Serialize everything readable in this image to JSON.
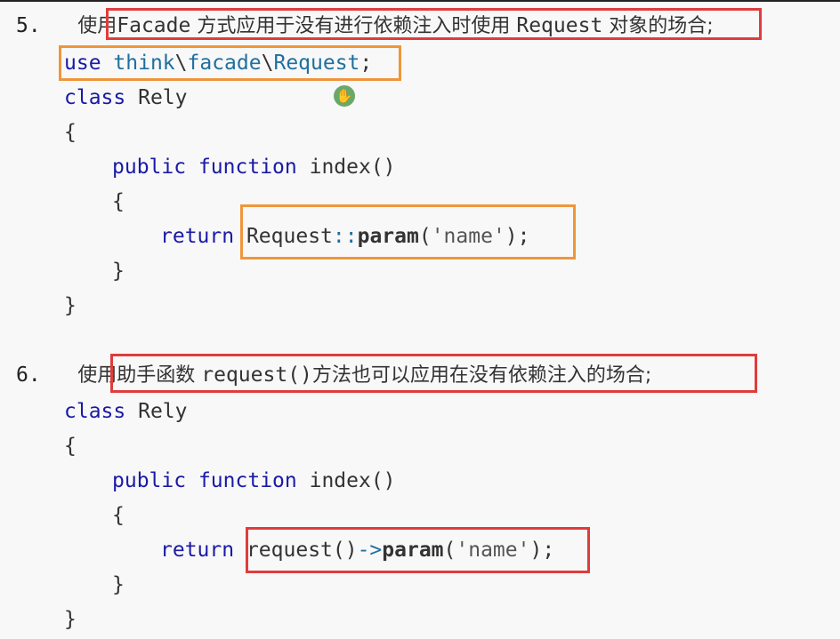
{
  "item5": {
    "number": "5.",
    "prefix": "使用",
    "facade": "Facade",
    "mid": " 方式应用于没有进行依赖注入时使用 ",
    "request": "Request",
    "suffix": " 对象的场合;",
    "use_kw": "use",
    "use_ns1": "think",
    "use_sep1": "\\",
    "use_ns2": "facade",
    "use_sep2": "\\",
    "use_ns3": "Request",
    "use_semi": ";",
    "class_kw": "class",
    "class_name": "Rely",
    "open_brace": "{",
    "public_kw": "public",
    "function_kw": "function",
    "method": "index()",
    "inner_open": "{",
    "return_kw": "return",
    "call_obj": "Request",
    "call_op": "::",
    "call_method": "param",
    "call_open": "(",
    "call_arg": "'name'",
    "call_close": ");",
    "inner_close": "}",
    "close_brace": "}"
  },
  "item6": {
    "number": "6.",
    "prefix": "使用",
    "helper": "助手函数 ",
    "func": "request()",
    "suffix": "方法也可以应用在没有依赖注入的场合;",
    "class_kw": "class",
    "class_name": "Rely",
    "open_brace": "{",
    "public_kw": "public",
    "function_kw": "function",
    "method": "index()",
    "inner_open": "{",
    "return_kw": "return",
    "call_obj": "request()",
    "call_op": "->",
    "call_method": "param",
    "call_open": "(",
    "call_arg": "'name'",
    "call_close": ");",
    "inner_close": "}",
    "close_brace": "}"
  },
  "colors": {
    "highlight_red": "#e03c3c",
    "highlight_orange": "#f0953a",
    "keyword": "#1a1aa6",
    "namespace": "#1f6f9f"
  },
  "icons": {
    "cursor": "hand-cursor-icon"
  }
}
